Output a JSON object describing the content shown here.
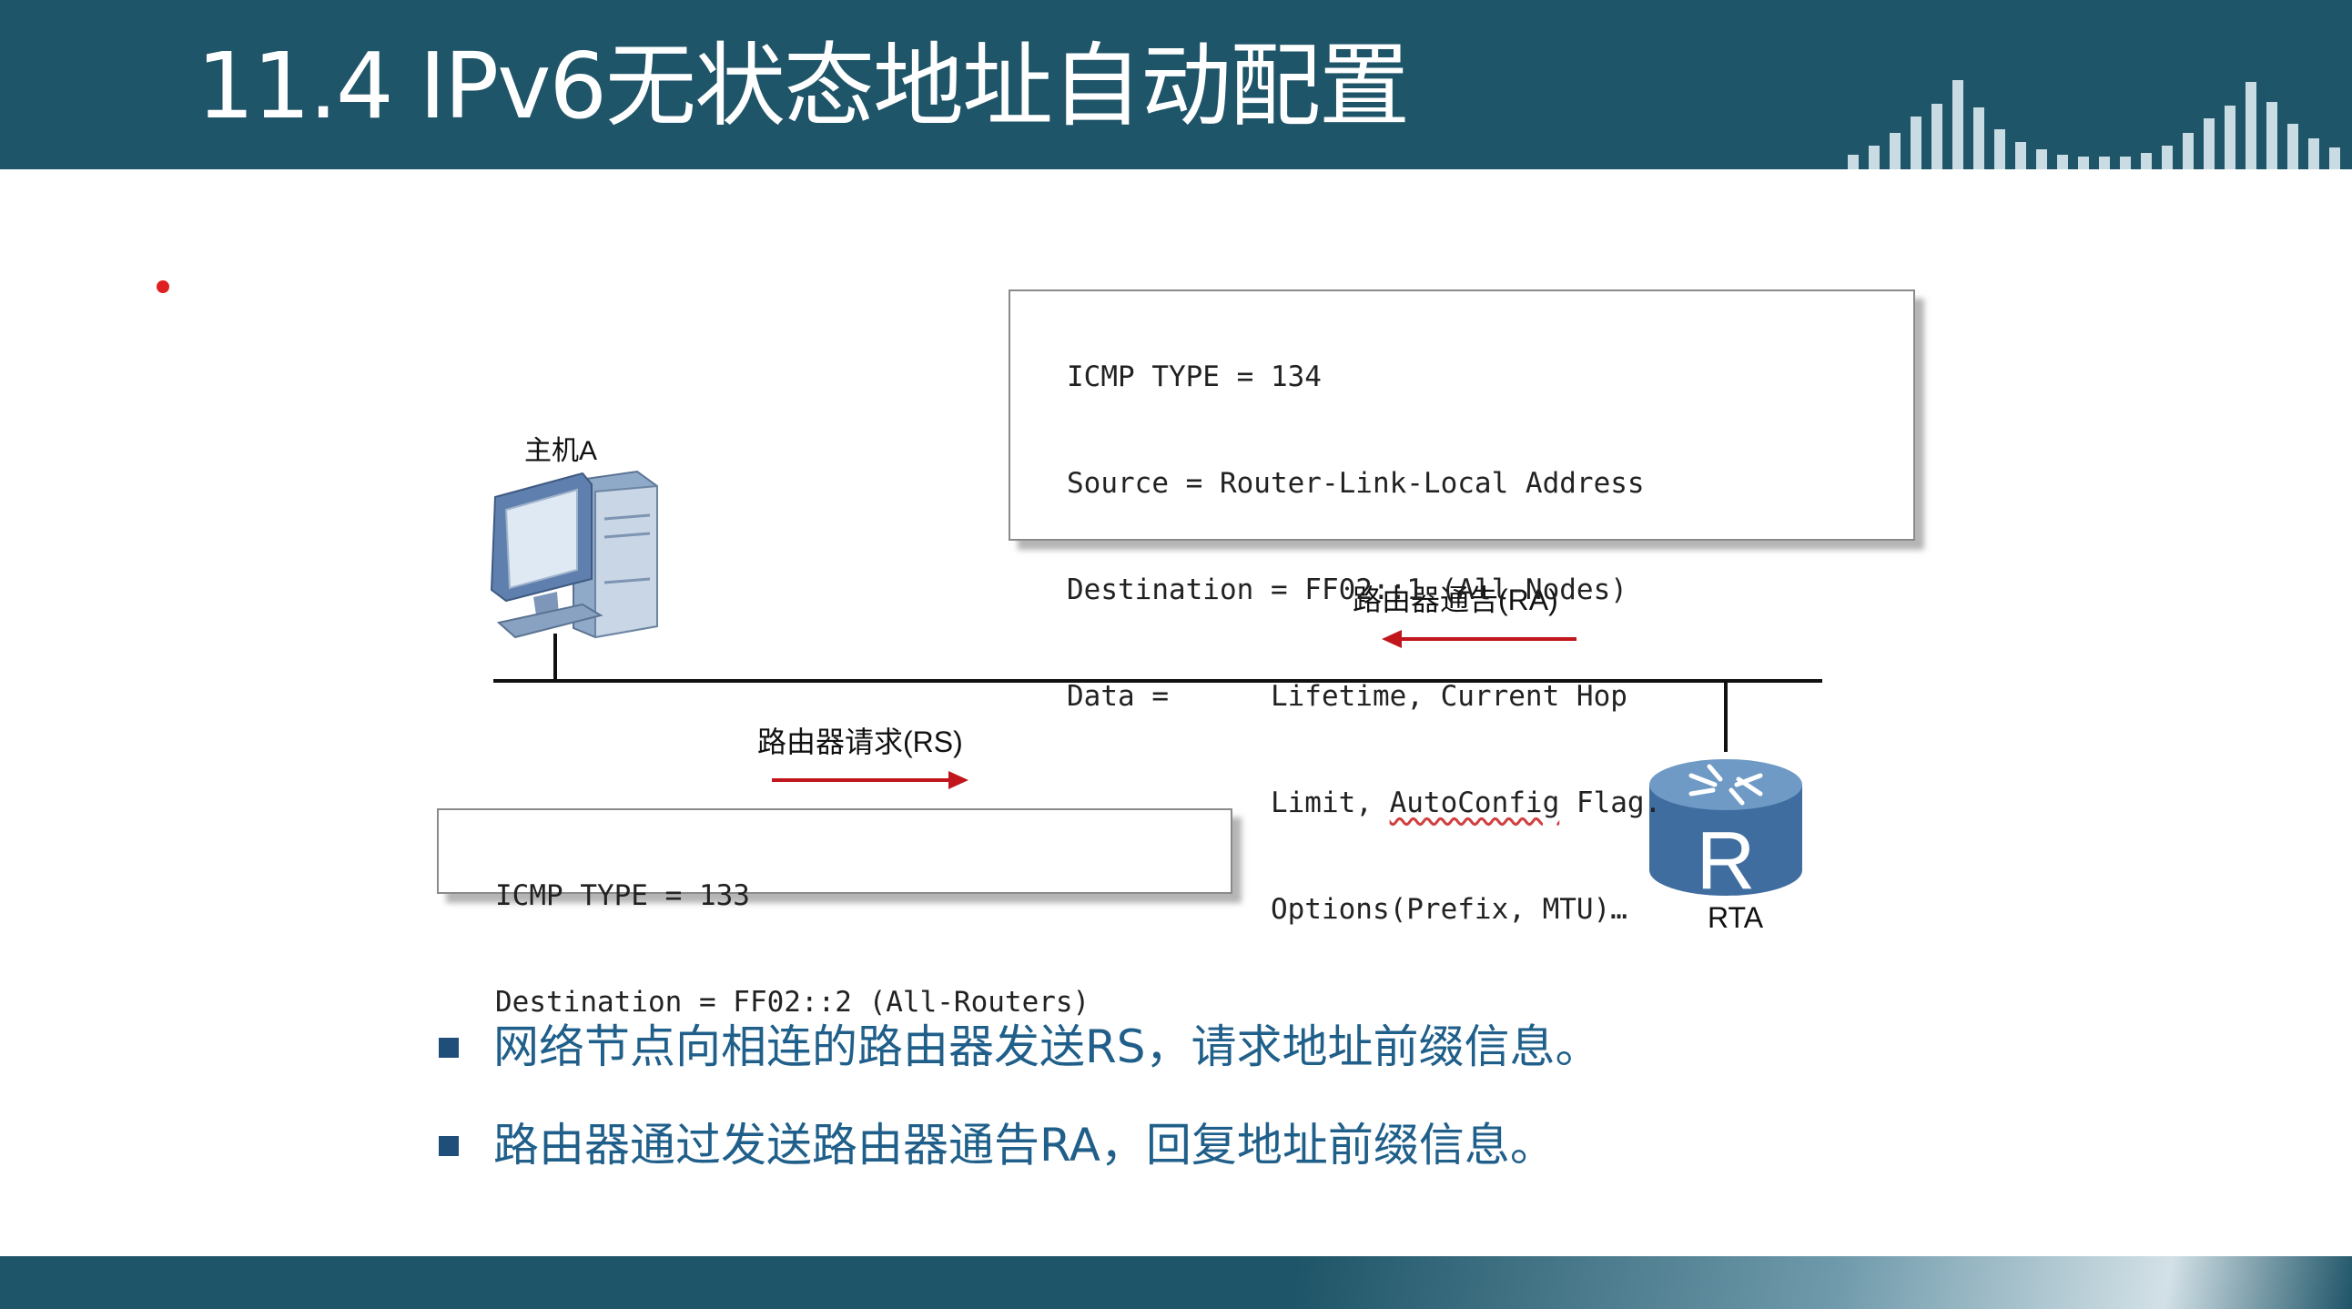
{
  "header": {
    "title": "11.4 IPv6无状态地址自动配置",
    "bar_color": "#c9dbe3",
    "background": "#1f5568"
  },
  "diagram": {
    "host_label": "主机A",
    "router_label": "RTA",
    "router_glyph": "R",
    "ra_label": "路由器通告(RA)",
    "rs_label": "路由器请求(RS)",
    "arrow_color": "#c0161c",
    "ra_box": {
      "line1": "ICMP TYPE = 134",
      "line2": "Source = Router-Link-Local Address",
      "line3": "Destination = FF02::1 (All-Nodes)",
      "line4": "Data =      Lifetime, Current Hop",
      "line5_pre": "            Limit, ",
      "line5_word": "AutoConfig",
      "line5_post": " Flag.",
      "line6": "            Options(Prefix, MTU)…"
    },
    "rs_box": {
      "line1": "ICMP TYPE = 133",
      "line2": "Destination = FF02::2 (All-Routers)"
    }
  },
  "bullets": [
    "网络节点向相连的路由器发送RS，请求地址前缀信息。",
    "路由器通过发送路由器通告RA，回复地址前缀信息。"
  ]
}
